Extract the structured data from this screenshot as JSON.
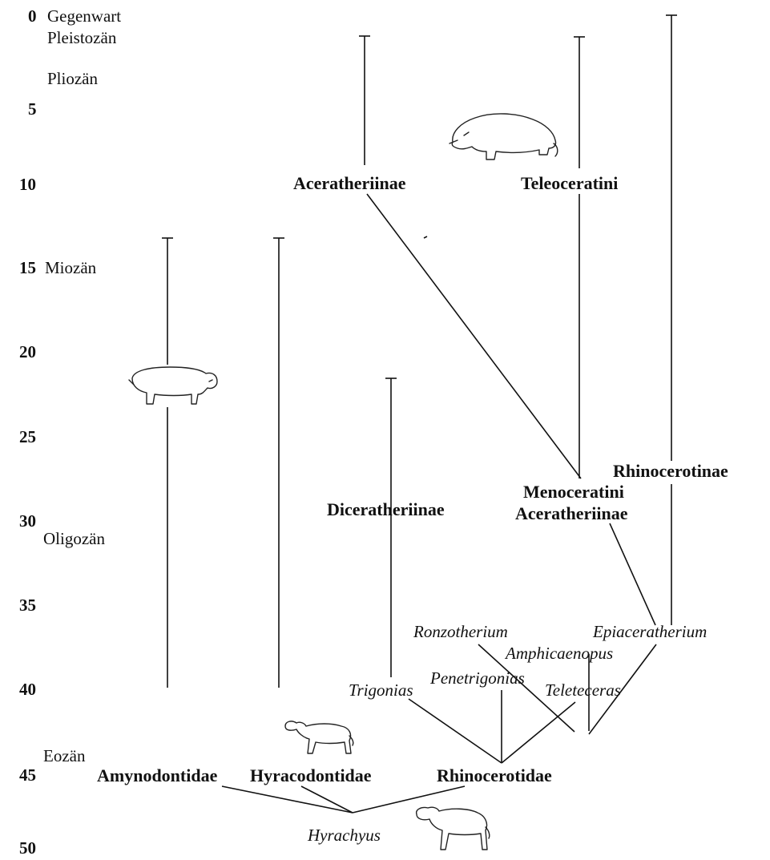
{
  "time_ticks": [
    "0",
    "5",
    "10",
    "15",
    "20",
    "25",
    "30",
    "35",
    "40",
    "45",
    "50"
  ],
  "epochs": [
    "Gegenwart",
    "Pleistozän",
    "Pliozän",
    "Miozän",
    "Oligozän",
    "Eozän"
  ],
  "groups": {
    "aceratheriinae_top": "Aceratheriinae",
    "teleoceratini": "Teleoceratini",
    "rhinocerotinae": "Rhinocerotinae",
    "menoceratini": "Menoceratini",
    "aceratheriinae_low": "Aceratheriinae",
    "diceratheriinae": "Diceratheriinae",
    "amynodontidae": "Amynodontidae",
    "hyracodontidae": "Hyracodontidae",
    "rhinocerotidae": "Rhinocerotidae"
  },
  "genera": {
    "ronzotherium": "Ronzotherium",
    "epiaceratherium": "Epiaceratherium",
    "amphicaenopus": "Amphicaenopus",
    "penetrigonias": "Penetrigonias",
    "trigonias": "Trigonias",
    "teleteceras": "Teleteceras",
    "hyrachyus": "Hyrachyus"
  },
  "colors": {
    "ink": "#111111",
    "background": "#ffffff"
  }
}
